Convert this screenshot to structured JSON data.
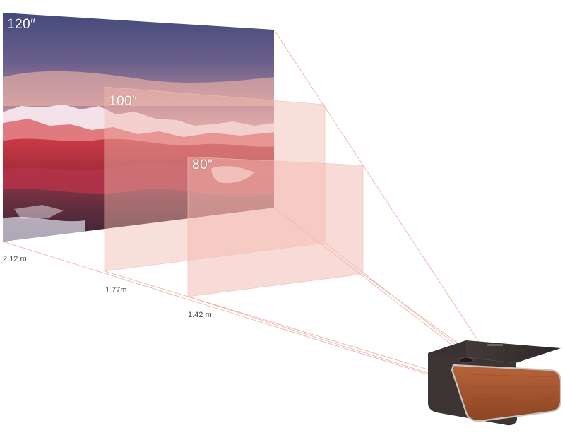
{
  "screens": [
    {
      "size_label": "120″",
      "distance_label": "2.12 m"
    },
    {
      "size_label": "100″",
      "distance_label": "1.77m"
    },
    {
      "size_label": "80″",
      "distance_label": "1.42 m"
    }
  ],
  "colors": {
    "beam": "#e9a39a",
    "screen_overlay": "#f2b8ae",
    "leather": "#a4532e",
    "body": "#3d3533"
  }
}
